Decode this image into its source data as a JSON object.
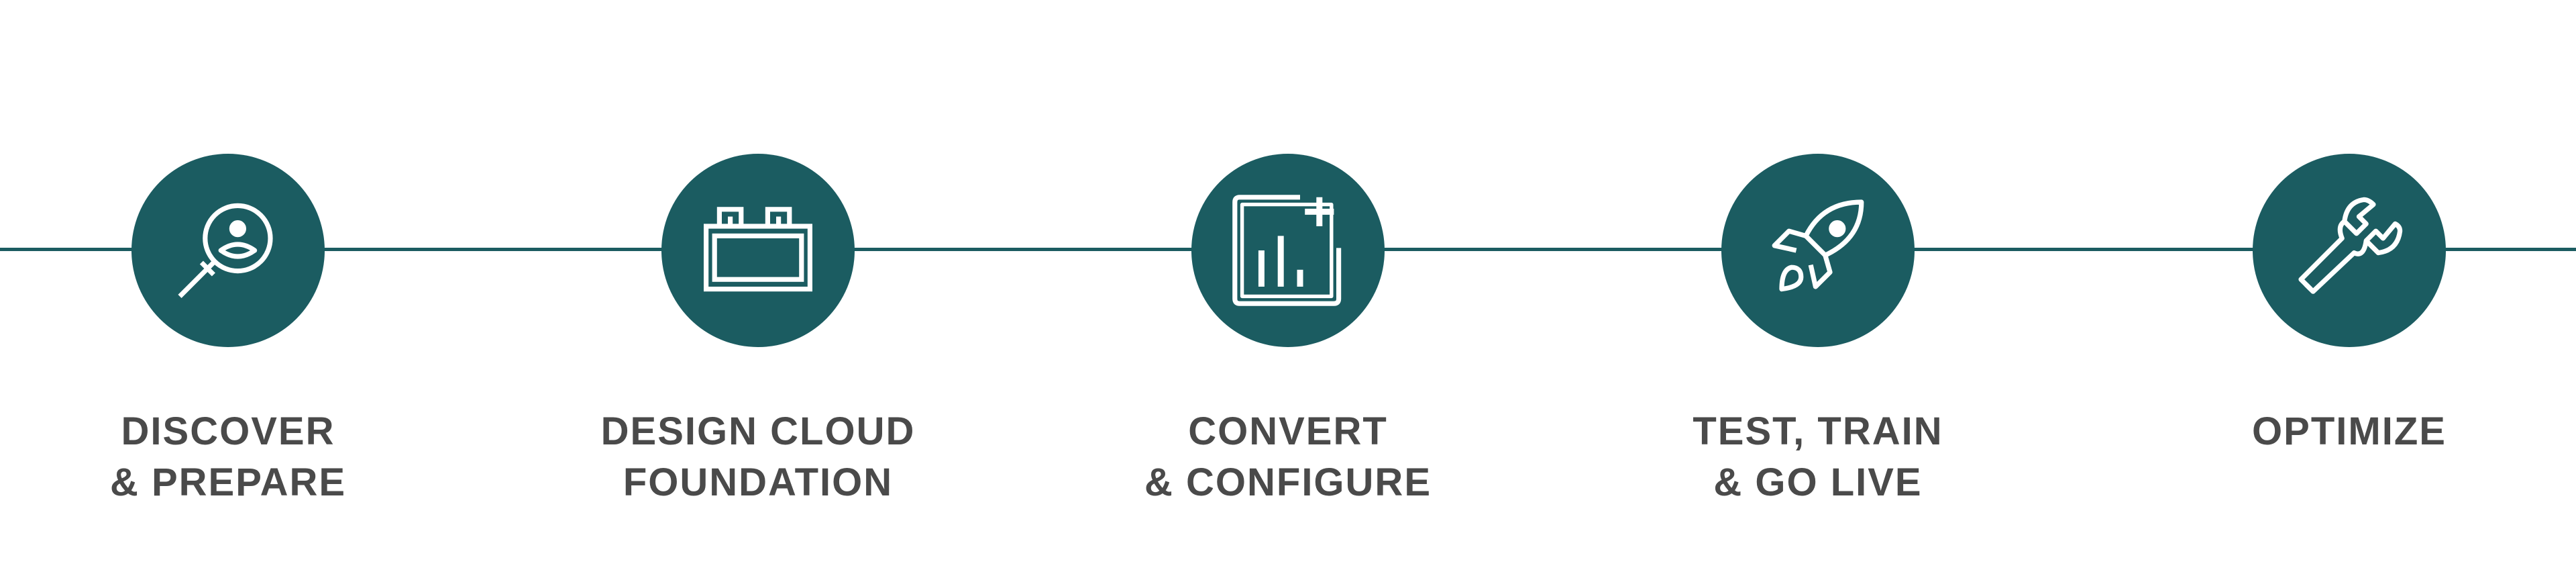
{
  "colors": {
    "accent": "#1b5c61",
    "icon": "#ffffff",
    "text": "#4a4a4a",
    "background": "#ffffff"
  },
  "steps": [
    {
      "icon": "search-person-icon",
      "line1": "DISCOVER",
      "line2": "& PREPARE"
    },
    {
      "icon": "building-blocks-icon",
      "line1": "DESIGN CLOUD",
      "line2": "FOUNDATION"
    },
    {
      "icon": "chart-add-icon",
      "line1": "CONVERT",
      "line2": "& CONFIGURE"
    },
    {
      "icon": "rocket-icon",
      "line1": "TEST, TRAIN",
      "line2": "& GO LIVE"
    },
    {
      "icon": "wrench-icon",
      "line1": "OPTIMIZE",
      "line2": ""
    }
  ]
}
